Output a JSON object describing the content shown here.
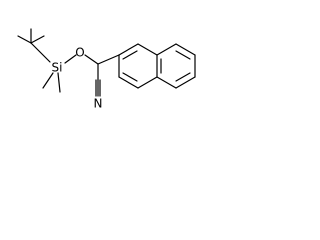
{
  "molecule": {
    "atom_labels": {
      "oxygen": "O",
      "silicon": "Si",
      "nitrile_nitrogen": "N"
    },
    "colors": {
      "bond": "#000000",
      "label": "#000000",
      "background": "#ffffff"
    }
  }
}
